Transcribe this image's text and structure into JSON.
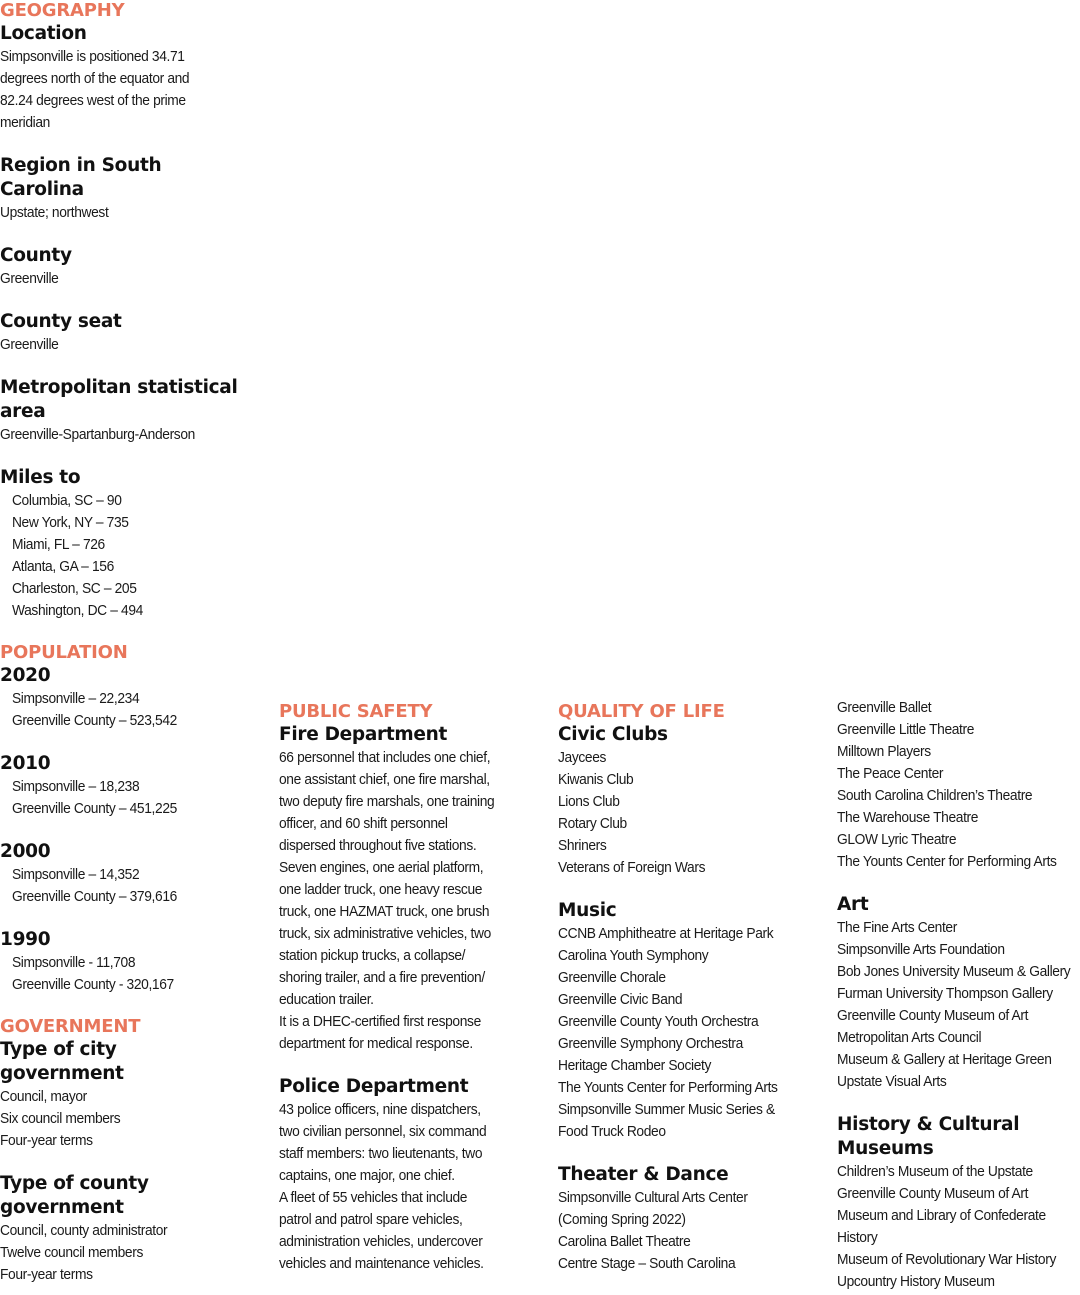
{
  "geography": {
    "heading": "GEOGRAPHY",
    "location": {
      "title": "Location",
      "lines": [
        "Simpsonville is positioned 34.71",
        "degrees north of the equator and",
        "82.24 degrees west of the prime",
        "meridian"
      ]
    },
    "region": {
      "title_line1": "Region in South",
      "title_line2": "Carolina",
      "value": "Upstate; northwest"
    },
    "county": {
      "title": "County",
      "value": "Greenville"
    },
    "county_seat": {
      "title": "County seat",
      "value": "Greenville"
    },
    "msa": {
      "title_line1": "Metropolitan statistical",
      "title_line2": "area",
      "value": "Greenville-Spartanburg-Anderson"
    },
    "miles_to": {
      "title": "Miles to",
      "items": [
        "Columbia, SC – 90",
        "New York, NY – 735",
        "Miami, FL – 726",
        "Atlanta, GA – 156",
        "Charleston, SC – 205",
        "Washington, DC – 494"
      ]
    }
  },
  "population": {
    "heading": "POPULATION",
    "y2020": {
      "year": "2020",
      "city": "Simpsonville – 22,234",
      "county": "Greenville County – 523,542"
    },
    "y2010": {
      "year": "2010",
      "city": "Simpsonville – 18,238",
      "county": "Greenville County – 451,225"
    },
    "y2000": {
      "year": "2000",
      "city": "Simpsonville – 14,352",
      "county": "Greenville County – 379,616"
    },
    "y1990": {
      "year": "1990",
      "city": "Simpsonville - 11,708",
      "county": "Greenville County - 320,167"
    }
  },
  "government": {
    "heading": "GOVERNMENT",
    "city": {
      "title_line1": "Type of city",
      "title_line2": "government",
      "lines": [
        "Council, mayor",
        "Six council members",
        "Four-year terms"
      ]
    },
    "county": {
      "title_line1": "Type of county",
      "title_line2": "government",
      "lines": [
        "Council, county administrator",
        "Twelve council members",
        "Four-year terms"
      ]
    }
  },
  "public_safety": {
    "heading": "PUBLIC SAFETY",
    "fire": {
      "title": "Fire Department",
      "lines": [
        "66 personnel that includes one chief,",
        "one assistant chief, one fire marshal,",
        "two deputy fire marshals, one training",
        "officer, and 60 shift personnel",
        "dispersed throughout five stations.",
        "Seven engines, one aerial platform,",
        "one ladder truck, one heavy rescue",
        "truck, one HAZMAT truck, one brush",
        "truck, six administrative vehicles, two",
        "station pickup trucks, a collapse/",
        "shoring trailer, and a fire prevention/",
        "education trailer.",
        "It is a DHEC-certified first response",
        "department for medical response."
      ]
    },
    "police": {
      "title": "Police Department",
      "lines": [
        "43 police officers, nine dispatchers,",
        "two civilian personnel, six command",
        "staff members: two lieutenants, two",
        "captains, one major, one chief.",
        "A fleet of 55 vehicles that include",
        "patrol and patrol spare vehicles,",
        "administration vehicles, undercover",
        "vehicles and maintenance vehicles."
      ]
    }
  },
  "quality_of_life": {
    "heading": "QUALITY OF LIFE",
    "civic": {
      "title": "Civic Clubs",
      "items": [
        "Jaycees",
        "Kiwanis Club",
        "Lions Club",
        "Rotary Club",
        "Shriners",
        "Veterans of Foreign Wars"
      ]
    },
    "music": {
      "title": "Music",
      "items": [
        "CCNB Amphitheatre at Heritage Park",
        "Carolina Youth Symphony",
        "Greenville Chorale",
        "Greenville Civic Band",
        "Greenville County Youth Orchestra",
        "Greenville Symphony Orchestra",
        "Heritage Chamber Society",
        "The Younts Center for Performing Arts",
        "Simpsonville Summer Music Series &",
        "Food Truck Rodeo"
      ]
    },
    "theater": {
      "title": "Theater & Dance",
      "items": [
        "Simpsonville Cultural Arts Center",
        "(Coming Spring 2022)",
        "Carolina Ballet Theatre",
        "Centre Stage – South Carolina"
      ]
    },
    "theater_cont": {
      "items": [
        "Greenville Ballet",
        "Greenville Little Theatre",
        "Milltown Players",
        "The Peace Center",
        "South Carolina Children’s Theatre",
        "The Warehouse Theatre",
        "GLOW Lyric Theatre",
        "The Younts Center for Performing Arts"
      ]
    },
    "art": {
      "title": "Art",
      "items": [
        "The Fine Arts Center",
        "Simpsonville Arts Foundation",
        "Bob Jones University Museum & Gallery",
        "Furman University Thompson Gallery",
        "Greenville County Museum of Art",
        "Metropolitan Arts Council",
        "Museum & Gallery at Heritage Green",
        "Upstate Visual Arts"
      ]
    },
    "history": {
      "title_line1": "History & Cultural",
      "title_line2": "Museums",
      "items": [
        "Children’s Museum of the Upstate",
        "Greenville County Museum of Art",
        "Museum and Library of Confederate",
        "History",
        "Museum of Revolutionary War History",
        "Upcountry History Museum"
      ]
    }
  }
}
